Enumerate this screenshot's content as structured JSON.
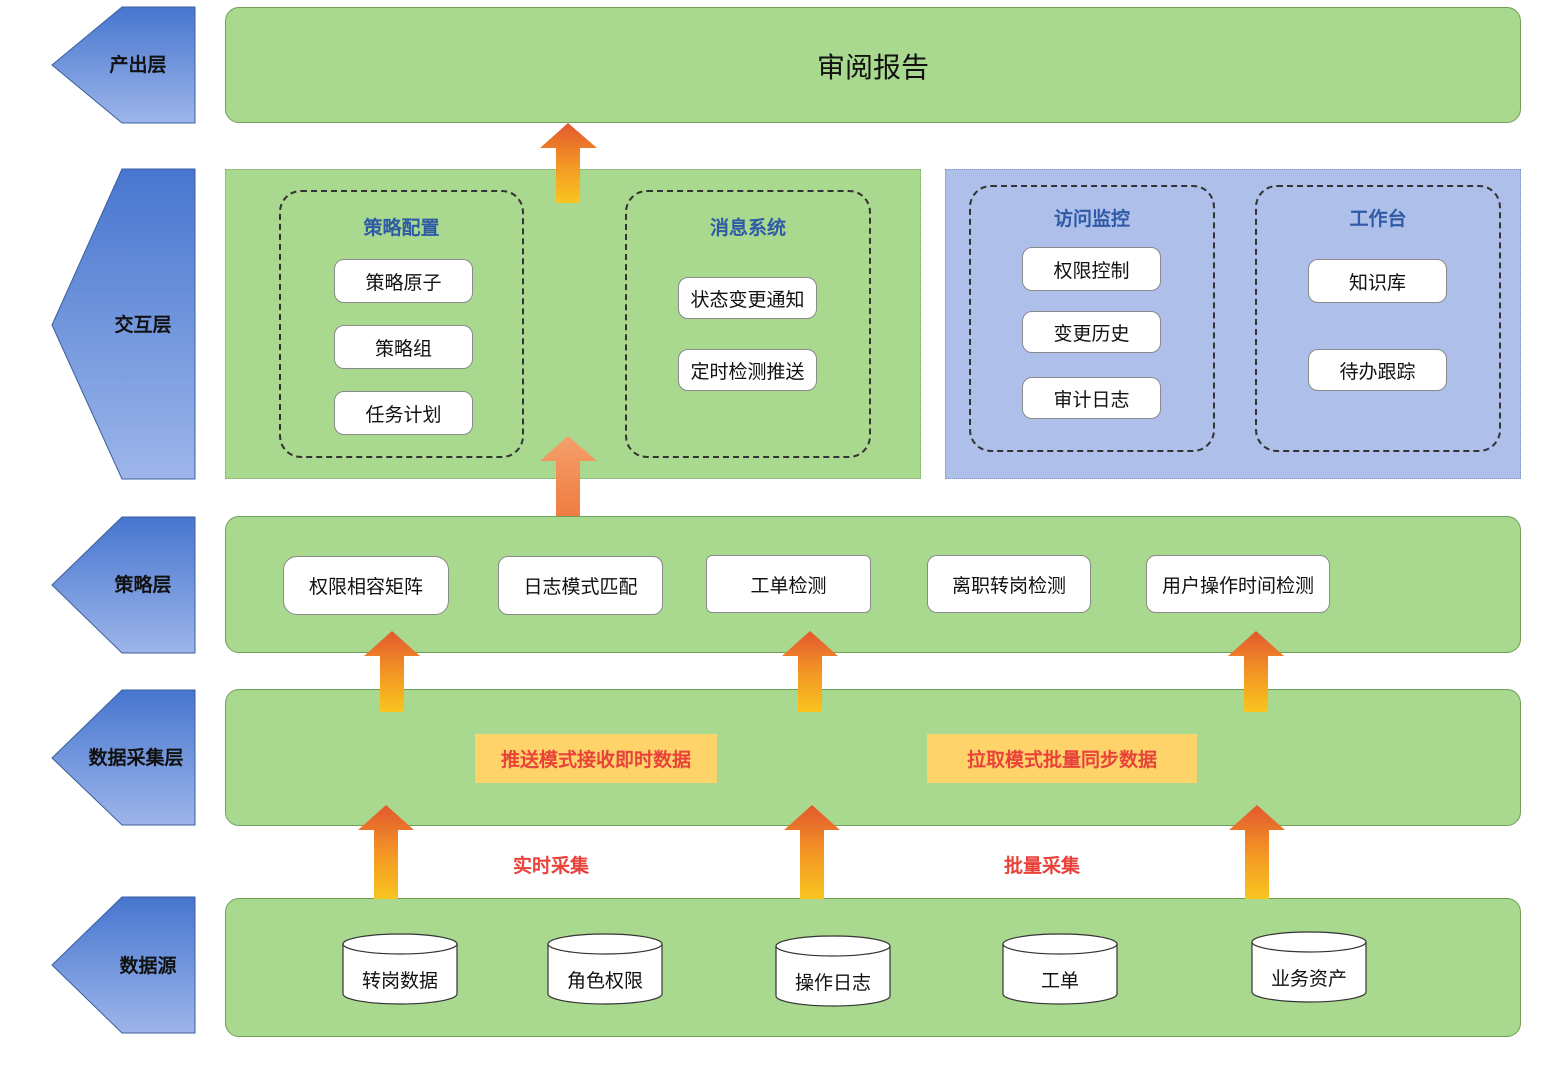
{
  "layers": {
    "output": "产出层",
    "interaction": "交互层",
    "strategy": "策略层",
    "collection": "数据采集层",
    "source": "数据源"
  },
  "output": {
    "title": "审阅报告"
  },
  "interaction": {
    "strategy_config": {
      "title": "策略配置",
      "items": [
        "策略原子",
        "策略组",
        "任务计划"
      ]
    },
    "message_system": {
      "title": "消息系统",
      "items": [
        "状态变更通知",
        "定时检测推送"
      ]
    },
    "access_monitor": {
      "title": "访问监控",
      "items": [
        "权限控制",
        "变更历史",
        "审计日志"
      ]
    },
    "workbench": {
      "title": "工作台",
      "items": [
        "知识库",
        "待办跟踪"
      ]
    }
  },
  "strategy": {
    "items": [
      "权限相容矩阵",
      "日志模式匹配",
      "工单检测",
      "离职转岗检测",
      "用户操作时间检测"
    ]
  },
  "collection": {
    "push_mode": "推送模式接收即时数据",
    "pull_mode": "拉取模式批量同步数据"
  },
  "flows": {
    "realtime": "实时采集",
    "batch": "批量采集"
  },
  "sources": {
    "items": [
      "转岗数据",
      "角色权限",
      "操作日志",
      "工单",
      "业务资产"
    ]
  },
  "colors": {
    "band_fill": "#a9d98e",
    "panel_blue": "#aec0ea",
    "lane_arrow": "#4a77cf",
    "arrow_orange": "#f0862b",
    "text_red": "#e8423b",
    "tag_fill": "#fdd36a",
    "group_title": "#2f5aa6"
  }
}
